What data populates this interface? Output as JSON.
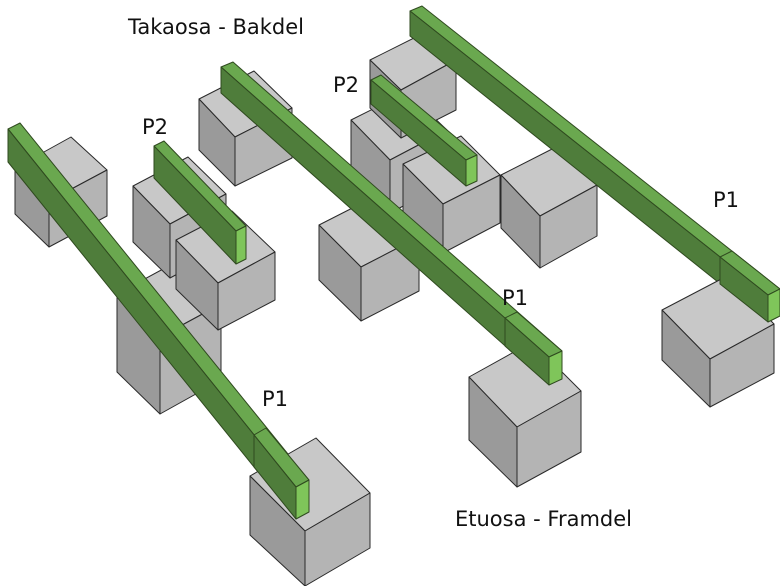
{
  "labels": {
    "back_section": "Takaosa - Bakdel",
    "front_section": "Etuosa - Framdel",
    "beam_p1_left": "P1",
    "beam_p1_center": "P1",
    "beam_p1_right": "P1",
    "beam_p2_left": "P2",
    "beam_p2_center": "P2"
  },
  "colors": {
    "block_top": "#c8c8c8",
    "block_left": "#9a9a9a",
    "block_right": "#b4b4b4",
    "beam_top": "#6aa84f",
    "beam_side": "#4f7d3b",
    "beam_end": "#7fc55a",
    "outline": "#2a2a2a"
  }
}
